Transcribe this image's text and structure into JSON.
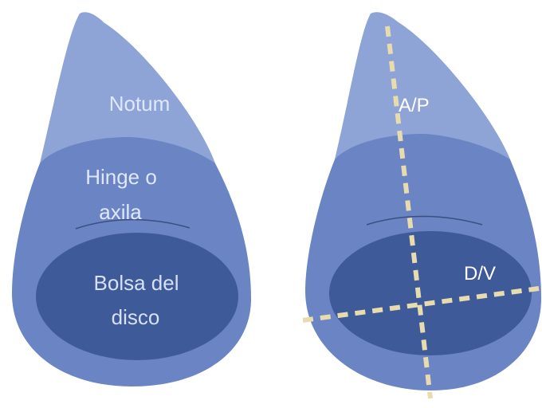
{
  "colors": {
    "notum": "#8ea3d6",
    "hinge": "#6a84c4",
    "pouch": "#3f5a98",
    "fold_line": "#3a4f82",
    "label_light": "#dfe7fb",
    "label_pouch": "#d6e0f6",
    "axis_line": "#e8dcae",
    "axis_label": "#ffffff"
  },
  "left_disc": {
    "notum_label": "Notum",
    "hinge_label_line1": "Hinge o",
    "hinge_label_line2": "axila",
    "pouch_label_line1": "Bolsa del",
    "pouch_label_line2": "disco"
  },
  "right_disc": {
    "ap_axis_label": "A/P",
    "dv_axis_label": "D/V"
  }
}
